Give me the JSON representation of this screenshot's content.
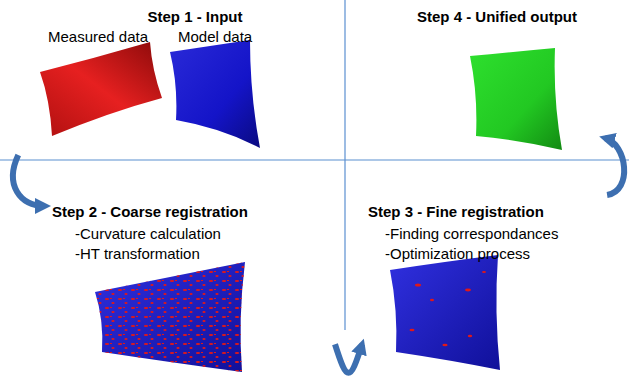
{
  "diagram": {
    "nodes": [
      {
        "text": [
          "Step 1 - Input",
          "Measured data",
          "Model data"
        ]
      },
      {
        "text": [
          "Step 4 - Unified output"
        ]
      },
      {
        "text": [
          "Step 2 - Coarse registration",
          "-Curvature calculation",
          "-HT transformation"
        ]
      },
      {
        "text": [
          "Step 3 - Fine registration",
          "-Finding correspondances",
          "-Optimization process"
        ]
      }
    ],
    "edges": [
      {
        "from": 0,
        "to": 2,
        "arrow": "to"
      },
      {
        "from": 2,
        "to": 3,
        "arrow": "to"
      },
      {
        "from": 3,
        "to": 1,
        "arrow": "to"
      }
    ]
  }
}
